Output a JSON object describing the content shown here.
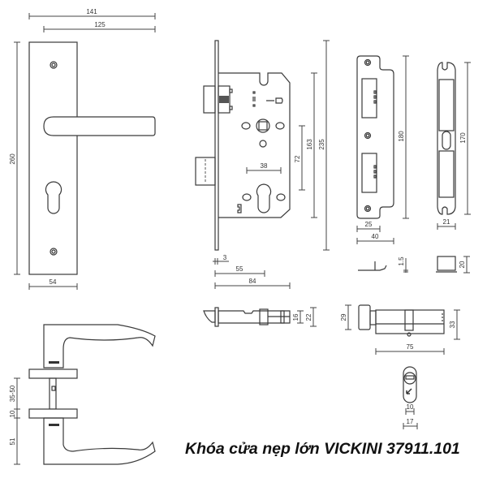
{
  "title": "Khóa cửa nẹp lớn VICKINI 37911.101",
  "colors": {
    "line": "#3a3a3a",
    "background": "#ffffff",
    "text": "#111111"
  },
  "components": {
    "handle_plate": {
      "dims": {
        "overall_width": "141",
        "lever_length": "125",
        "plate_height": "260",
        "plate_width": "54"
      }
    },
    "mortise_lock": {
      "dims": {
        "backset": "38",
        "center_distance": "72",
        "body_height": "163",
        "faceplate_height": "235",
        "faceplate_thickness": "3",
        "backset_depth": "55",
        "body_depth": "84"
      }
    },
    "strike_plate": {
      "dims": {
        "height": "180",
        "inner_width": "25",
        "outer_width": "40",
        "thickness": "1.5"
      }
    },
    "strike_box": {
      "dims": {
        "height": "170",
        "width": "21",
        "depth": "20"
      }
    },
    "latch_spindle": {
      "dims": {
        "inner": "16",
        "outer": "22"
      }
    },
    "cylinder": {
      "dims": {
        "knob_height": "29",
        "body_height": "33",
        "length": "75",
        "cam_width": "10",
        "profile_width": "17"
      }
    },
    "lever_rose": {
      "dims": {
        "door_thickness": "35-50",
        "rose_thickness": "10",
        "lever_height": "51"
      }
    }
  }
}
